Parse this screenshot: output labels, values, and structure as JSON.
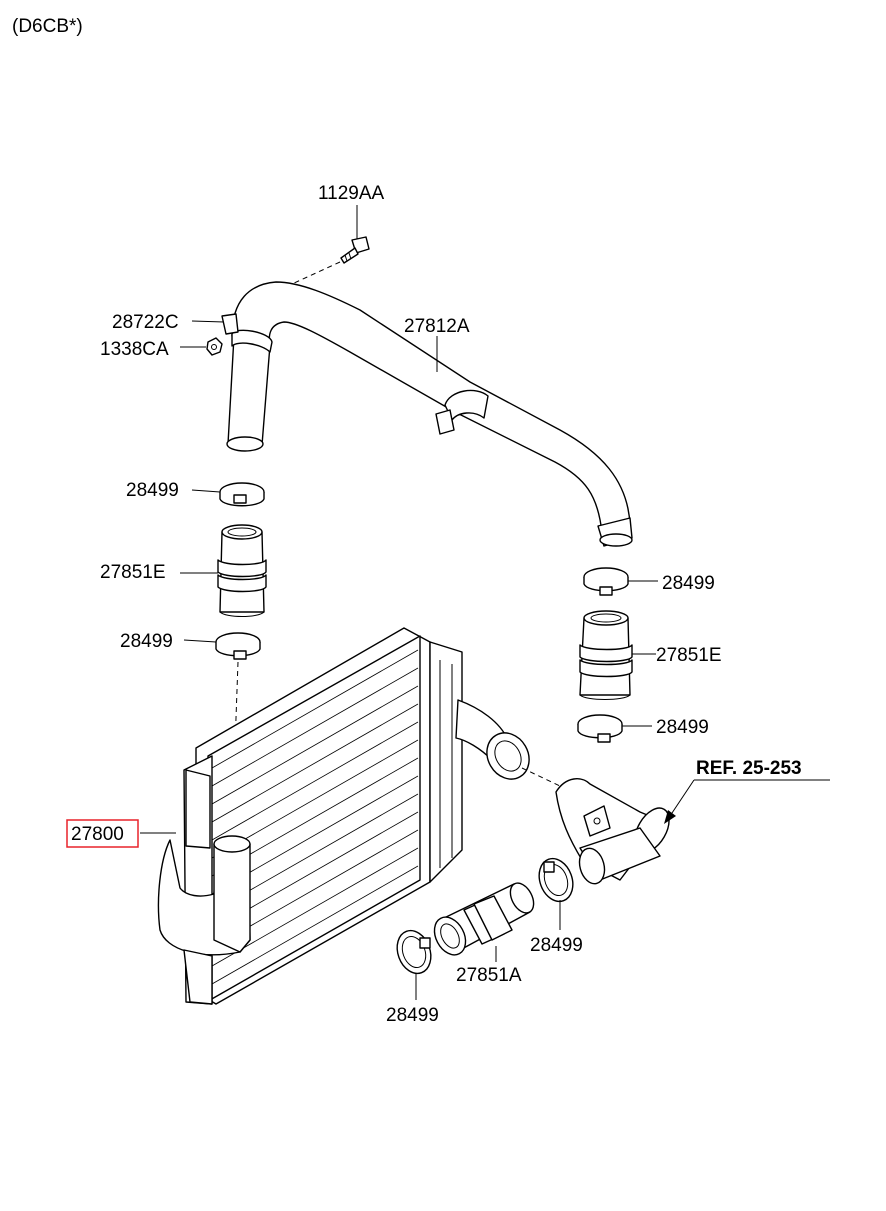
{
  "header": {
    "engine_code": "(D6CB*)"
  },
  "parts": {
    "bolt": "1129AA",
    "bracket": "28722C",
    "nut": "1338CA",
    "intercooler_pipe": "27812A",
    "clamp": "28499",
    "hose_upper": "27851E",
    "hose_lower": "27851A",
    "intercooler": "27800",
    "reference": "REF. 25-253"
  },
  "colors": {
    "highlight": "#e8222a",
    "line": "#000000"
  }
}
